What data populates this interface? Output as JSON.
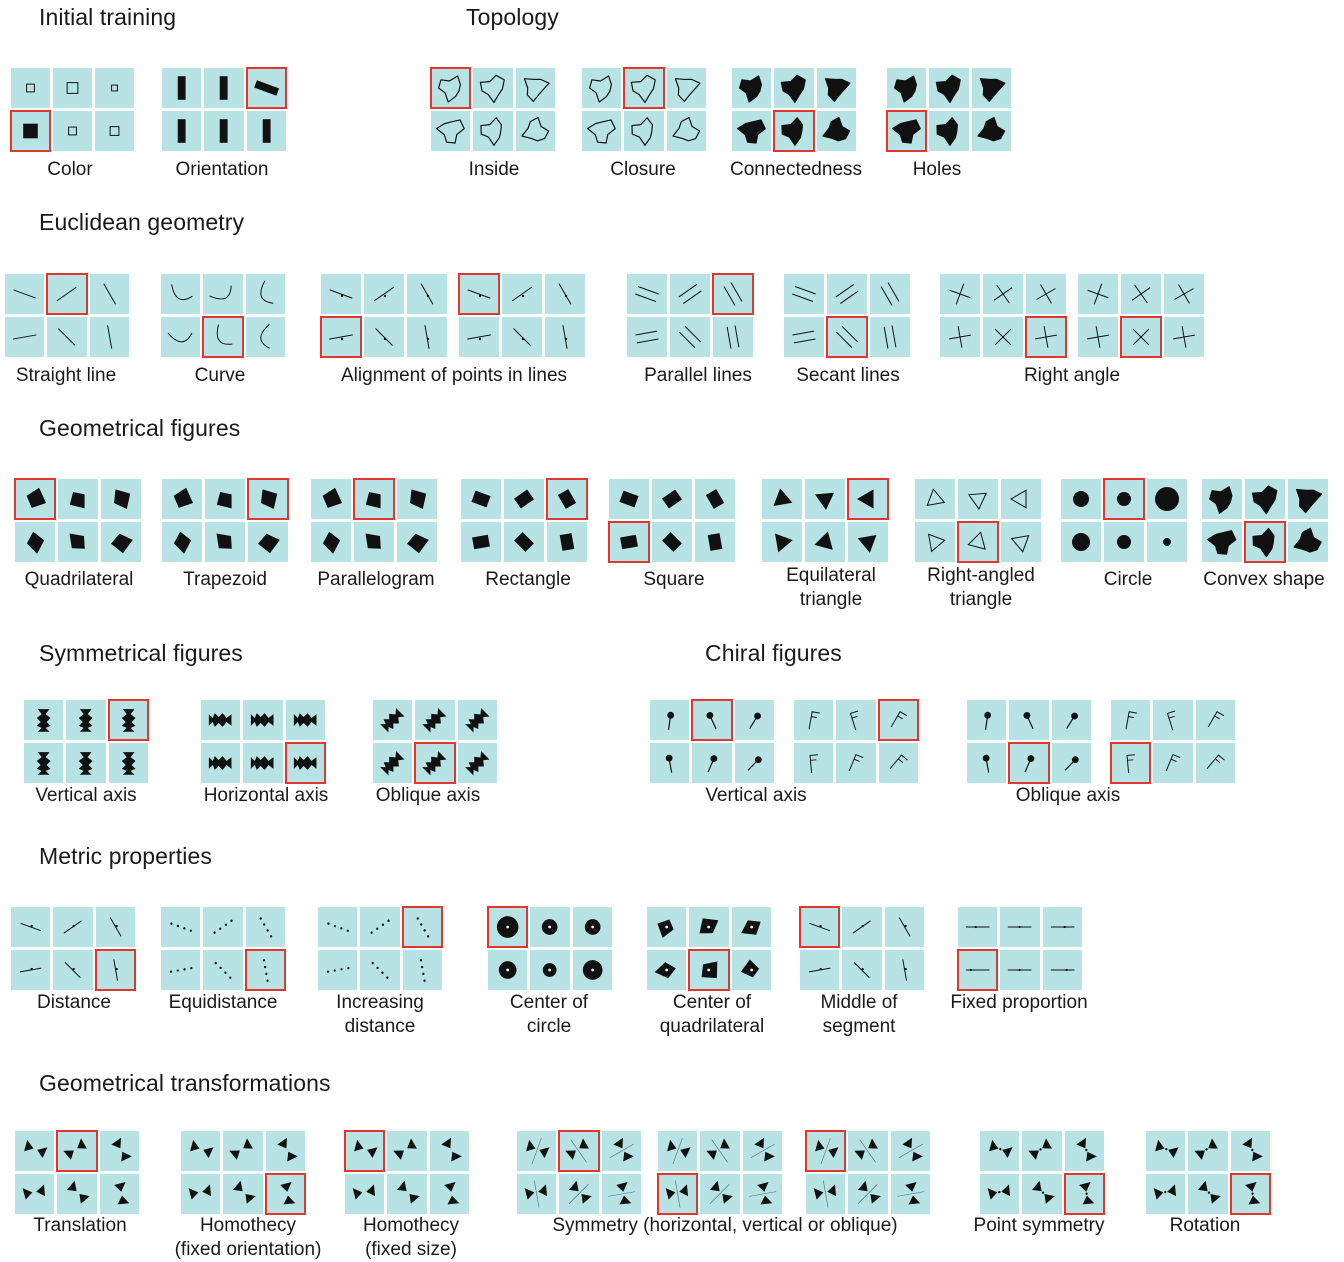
{
  "sections": [
    {
      "id": "initial",
      "title": "Initial training"
    },
    {
      "id": "topology",
      "title": "Topology"
    },
    {
      "id": "euclid",
      "title": "Euclidean geometry"
    },
    {
      "id": "geomfig",
      "title": "Geometrical figures"
    },
    {
      "id": "sym",
      "title": "Symmetrical figures"
    },
    {
      "id": "chiral",
      "title": "Chiral figures"
    },
    {
      "id": "metric",
      "title": "Metric properties"
    },
    {
      "id": "transform",
      "title": "Geometrical transformations"
    }
  ],
  "labels": {
    "color": "Color",
    "orientation": "Orientation",
    "inside": "Inside",
    "closure": "Closure",
    "connectedness": "Connectedness",
    "holes": "Holes",
    "straight_line": "Straight line",
    "curve": "Curve",
    "alignment": "Alignment of points in lines",
    "parallel": "Parallel lines",
    "secant": "Secant lines",
    "right_angle": "Right angle",
    "quadrilateral": "Quadrilateral",
    "trapezoid": "Trapezoid",
    "parallelogram": "Parallelogram",
    "rectangle": "Rectangle",
    "square": "Square",
    "equilateral_1": "Equilateral",
    "equilateral_2": "triangle",
    "right_tri_1": "Right-angled",
    "right_tri_2": "triangle",
    "circle": "Circle",
    "convex": "Convex shape",
    "sym_vertical": "Vertical axis",
    "sym_horizontal": "Horizontal axis",
    "sym_oblique": "Oblique axis",
    "chiral_vertical": "Vertical axis",
    "chiral_oblique": "Oblique axis",
    "distance": "Distance",
    "equidistance": "Equidistance",
    "increasing_1": "Increasing",
    "increasing_2": "distance",
    "center_circle_1": "Center of",
    "center_circle_2": "circle",
    "center_quad_1": "Center of",
    "center_quad_2": "quadrilateral",
    "middle_1": "Middle of",
    "middle_2": "segment",
    "fixed_prop": "Fixed proportion",
    "translation": "Translation",
    "homothecy_o1": "Homothecy",
    "homothecy_o2": "(fixed orientation)",
    "homothecy_s1": "Homothecy",
    "homothecy_s2": "(fixed size)",
    "symmetry": "Symmetry (horizontal, vertical or oblique)",
    "point_sym": "Point symmetry",
    "rotation": "Rotation"
  },
  "colors": {
    "cell": "#b7e3e4",
    "highlight": "#e03830",
    "ink": "#111111"
  }
}
